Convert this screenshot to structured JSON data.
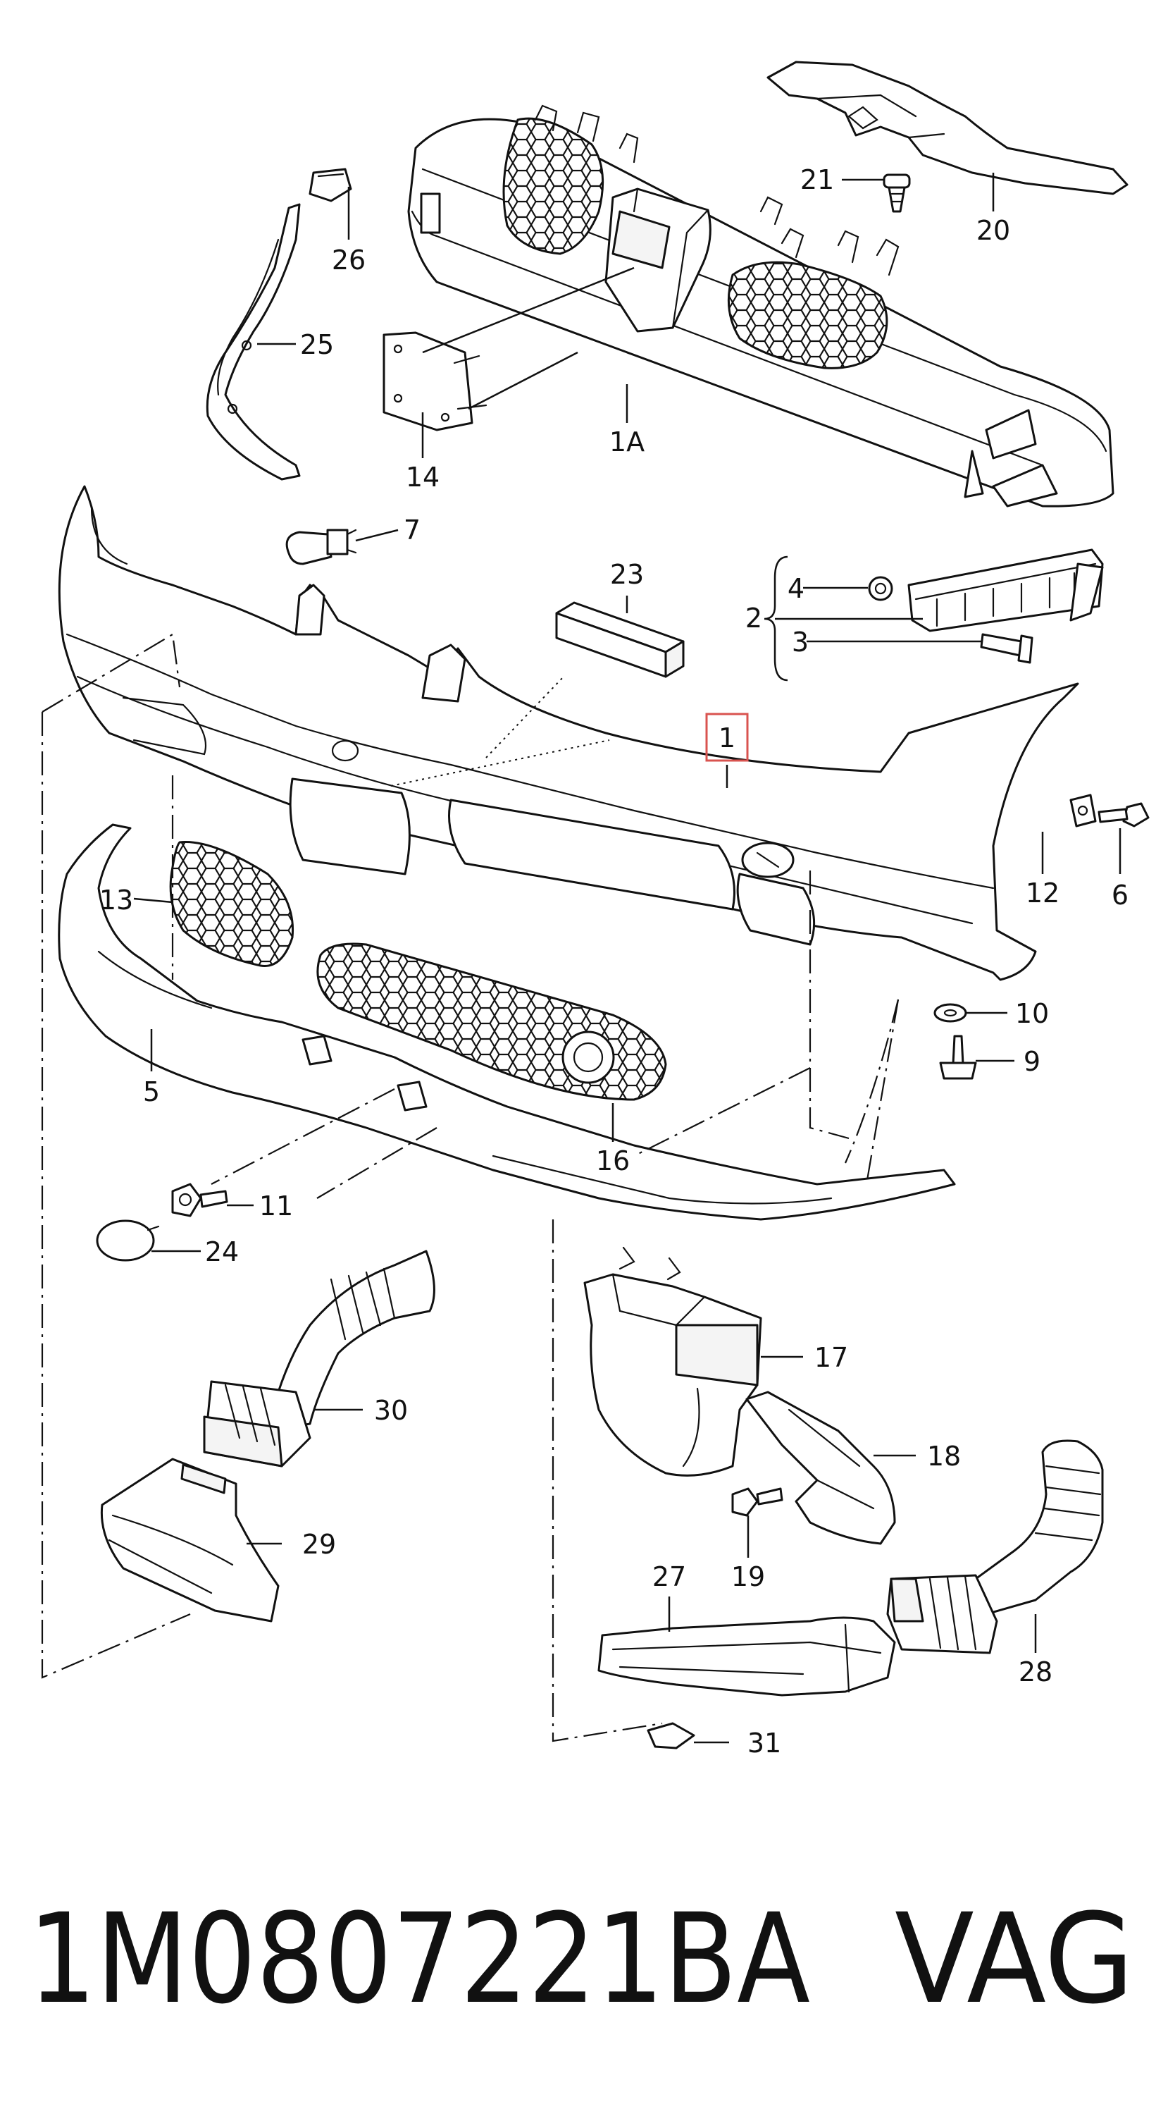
{
  "diagram": {
    "highlight_color": "#d9534f",
    "highlighted_part": "1",
    "labels": {
      "l1": "1",
      "l1A": "1A",
      "l2": "2",
      "l3": "3",
      "l4": "4",
      "l5": "5",
      "l6": "6",
      "l7": "7",
      "l9": "9",
      "l10": "10",
      "l11": "11",
      "l12": "12",
      "l13": "13",
      "l14": "14",
      "l16": "16",
      "l17": "17",
      "l18": "18",
      "l19": "19",
      "l20": "20",
      "l21": "21",
      "l23": "23",
      "l24": "24",
      "l25": "25",
      "l26": "26",
      "l27": "27",
      "l28": "28",
      "l29": "29",
      "l30": "30",
      "l31": "31"
    }
  },
  "footer": {
    "part_number": "1M0807221BA",
    "brand": "VAG"
  }
}
